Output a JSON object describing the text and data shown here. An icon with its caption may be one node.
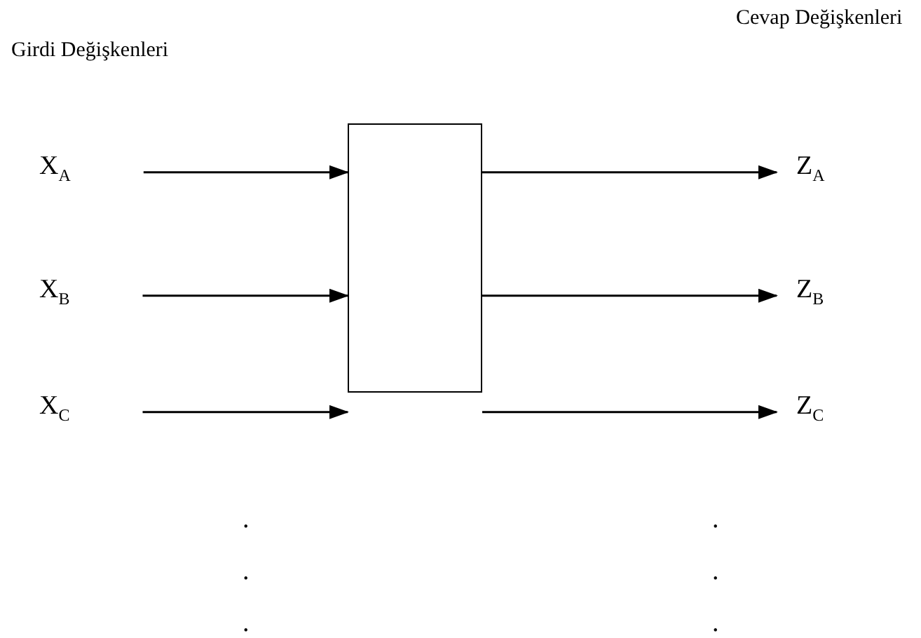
{
  "diagram": {
    "nodes": [
      {
        "text": [
          "X$_{A}$"
        ]
      },
      {
        "text": [
          "X$_{B}$"
        ]
      },
      {
        "text": [
          "X$_{C}$"
        ]
      },
      {
        "text": [],
        "shape": "box"
      },
      {
        "text": [
          "Z$_{A}$"
        ]
      },
      {
        "text": [
          "Z$_{B}$"
        ]
      },
      {
        "text": [
          "Z$_{C}$"
        ]
      }
    ],
    "edges": [
      {
        "from": 0,
        "to": 3,
        "arrow": "to"
      },
      {
        "from": 1,
        "to": 3,
        "arrow": "to"
      },
      {
        "from": 2,
        "to": 3,
        "arrow": "to"
      },
      {
        "from": 3,
        "to": 4,
        "arrow": "to"
      },
      {
        "from": 3,
        "to": 5,
        "arrow": "to"
      },
      {
        "from": 3,
        "to": 6,
        "arrow": "to"
      }
    ],
    "labels": [
      "Cevap Değişkenleri",
      "Girdi Değişkenleri",
      ".",
      ".",
      ".",
      ".",
      ".",
      "."
    ]
  }
}
